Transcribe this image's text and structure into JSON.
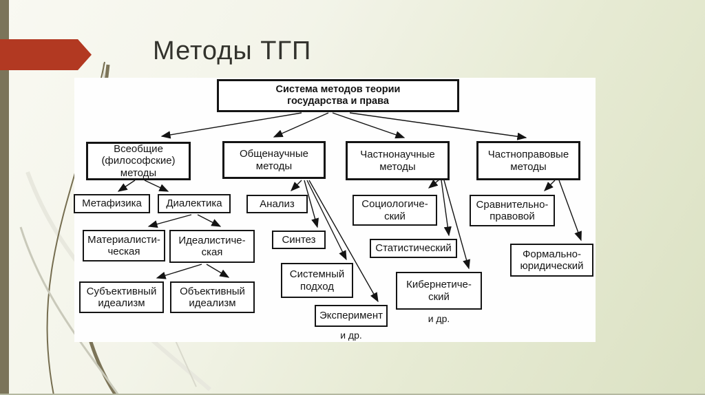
{
  "slide": {
    "title": "Методы ТГП",
    "accent_color": "#b23922",
    "left_bar_color": "#7b745a",
    "background_color": "#dde3c5",
    "panel_color": "#fefefe"
  },
  "diagram": {
    "nodes": {
      "root": {
        "label": "Система методов теории\nгосударства и права"
      },
      "vseobshchie": {
        "label": "Всеобщие\n(философские)\nметоды"
      },
      "obshchenauchnye": {
        "label": "Общенаучные\nметоды"
      },
      "chastnonauchnye": {
        "label": "Частнонаучные\nметоды"
      },
      "chastnopravovye": {
        "label": "Частноправовые\nметоды"
      },
      "metafizika": {
        "label": "Метафизика"
      },
      "dialektika": {
        "label": "Диалектика"
      },
      "analiz": {
        "label": "Анализ"
      },
      "materialisticheskaya": {
        "label": "Материалисти-\nческая"
      },
      "idealisticheskaya": {
        "label": "Идеалистиче-\nская"
      },
      "subektivnyi_idealizm": {
        "label": "Субъективный\nидеализм"
      },
      "obektivnyi_idealizm": {
        "label": "Объективный\nидеализм"
      },
      "sintez": {
        "label": "Синтез"
      },
      "sistemnyi_podkhod": {
        "label": "Системный\nподход"
      },
      "eksperiment": {
        "label": "Эксперимент"
      },
      "sociologicheskii": {
        "label": "Социологиче-\nский"
      },
      "statisticheskii": {
        "label": "Статистический"
      },
      "kiberneticheskii": {
        "label": "Кибернетиче-\nский"
      },
      "sravnitelno_pravovoi": {
        "label": "Сравнительно-\nправовой"
      },
      "formalno_yuridicheskii": {
        "label": "Формально-\nюридический"
      },
      "etc_obshchenauchnye": {
        "label": "и др."
      },
      "etc_chastnonauchnye": {
        "label": "и др."
      }
    }
  }
}
